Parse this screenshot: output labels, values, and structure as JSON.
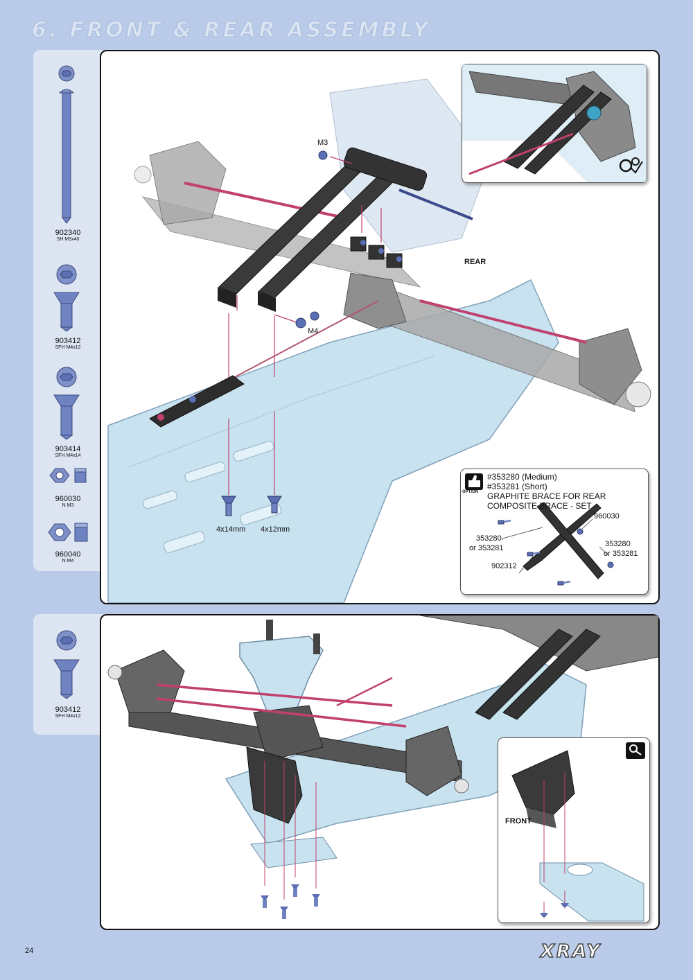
{
  "header": {
    "title": "6. FRONT & REAR ASSEMBLY"
  },
  "parts_top": [
    {
      "code": "902340",
      "desc": "SH M3x40"
    },
    {
      "code": "903412",
      "desc": "SFH M4x12"
    },
    {
      "code": "903414",
      "desc": "SFH M4x14"
    },
    {
      "code": "960030",
      "desc": "N M3"
    },
    {
      "code": "960040",
      "desc": "N M4"
    }
  ],
  "parts_bottom": [
    {
      "code": "903412",
      "desc": "SFH M4x12"
    }
  ],
  "step1": {
    "label_m3": "M3",
    "label_m4": "M4",
    "label_rear": "REAR",
    "label_screw1": "4x14mm",
    "label_screw2": "4x12mm"
  },
  "option": {
    "badge": "OPTION",
    "line1": "#353280 (Medium)",
    "line2": "#353281 (Short)",
    "line3": "GRAPHITE BRACE FOR REAR COMPOSITE BRACE - SET",
    "callout_960030": "960030",
    "callout_a1": "353280",
    "callout_a2": "or 353281",
    "callout_b1": "353280",
    "callout_b2": "or 353281",
    "callout_902312": "902312"
  },
  "step2": {
    "label_front": "FRONT",
    "detail_badge": "DETAIL"
  },
  "footer": {
    "page_number": "24",
    "brand": "XRAY"
  },
  "colors": {
    "background": "#b9cbe8",
    "part_column": "#dde5f3",
    "accent_pink": "#c0406e",
    "part_metal": "#5c6fb5",
    "chassis": "#c9e2f0"
  }
}
